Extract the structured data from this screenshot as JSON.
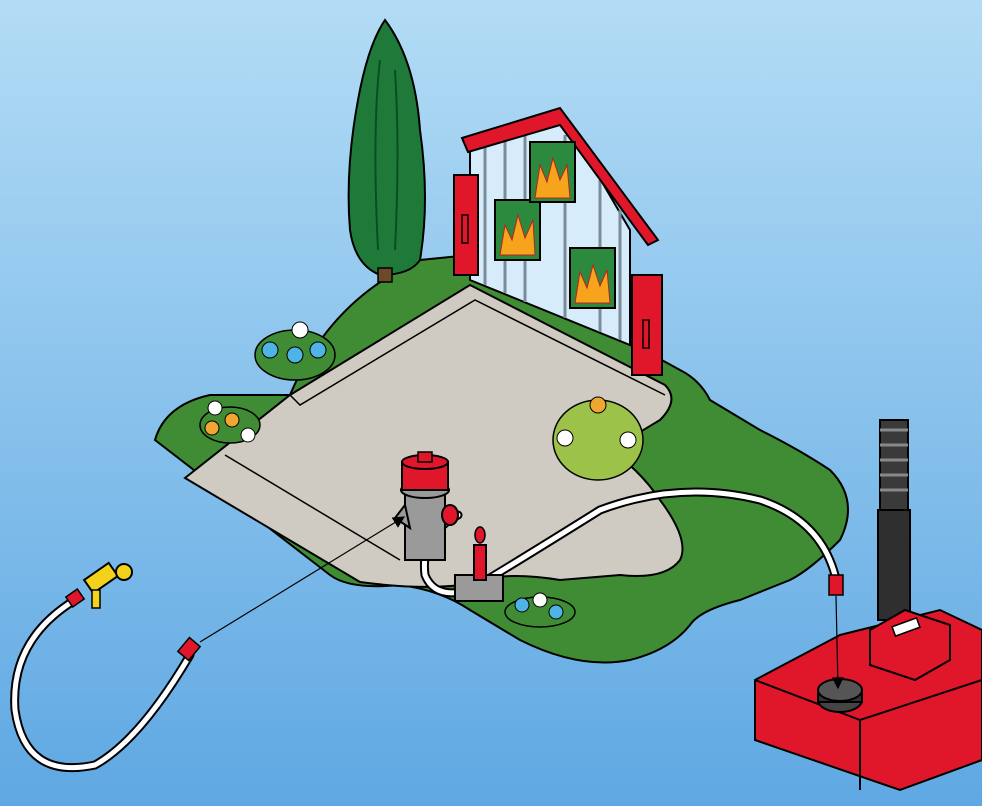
{
  "title": "",
  "colors": {
    "sky_top": "#b3dcf5",
    "sky_bottom": "#5fa8e3",
    "grass": "#3f8c35",
    "pavement": "#cfcbc2",
    "brick_red": "#e0162b",
    "hose": "#ffffff",
    "hydrant_gray": "#9a9a9a",
    "fire_orange": "#f5a41c",
    "cypress": "#1f7a3a",
    "pump_black": "#3a3a3a",
    "nozzle_yellow": "#f2d21a"
  },
  "parts": [
    {
      "id": "cypress-tree",
      "icon": "tree-icon"
    },
    {
      "id": "burning-house-facade",
      "icon": "house-icon"
    },
    {
      "id": "fire-hydrant",
      "icon": "hydrant-icon"
    },
    {
      "id": "hose-coupling-valve",
      "icon": "valve-icon"
    },
    {
      "id": "hand-nozzle",
      "icon": "nozzle-icon"
    },
    {
      "id": "water-tank-with-pump",
      "icon": "pump-icon"
    }
  ],
  "connections": [
    {
      "from": "hose-end-coupling",
      "to": "fire-hydrant",
      "kind": "assembly-arrow"
    },
    {
      "from": "tank-hose-end",
      "to": "tank-cap",
      "kind": "assembly-arrow"
    }
  ]
}
